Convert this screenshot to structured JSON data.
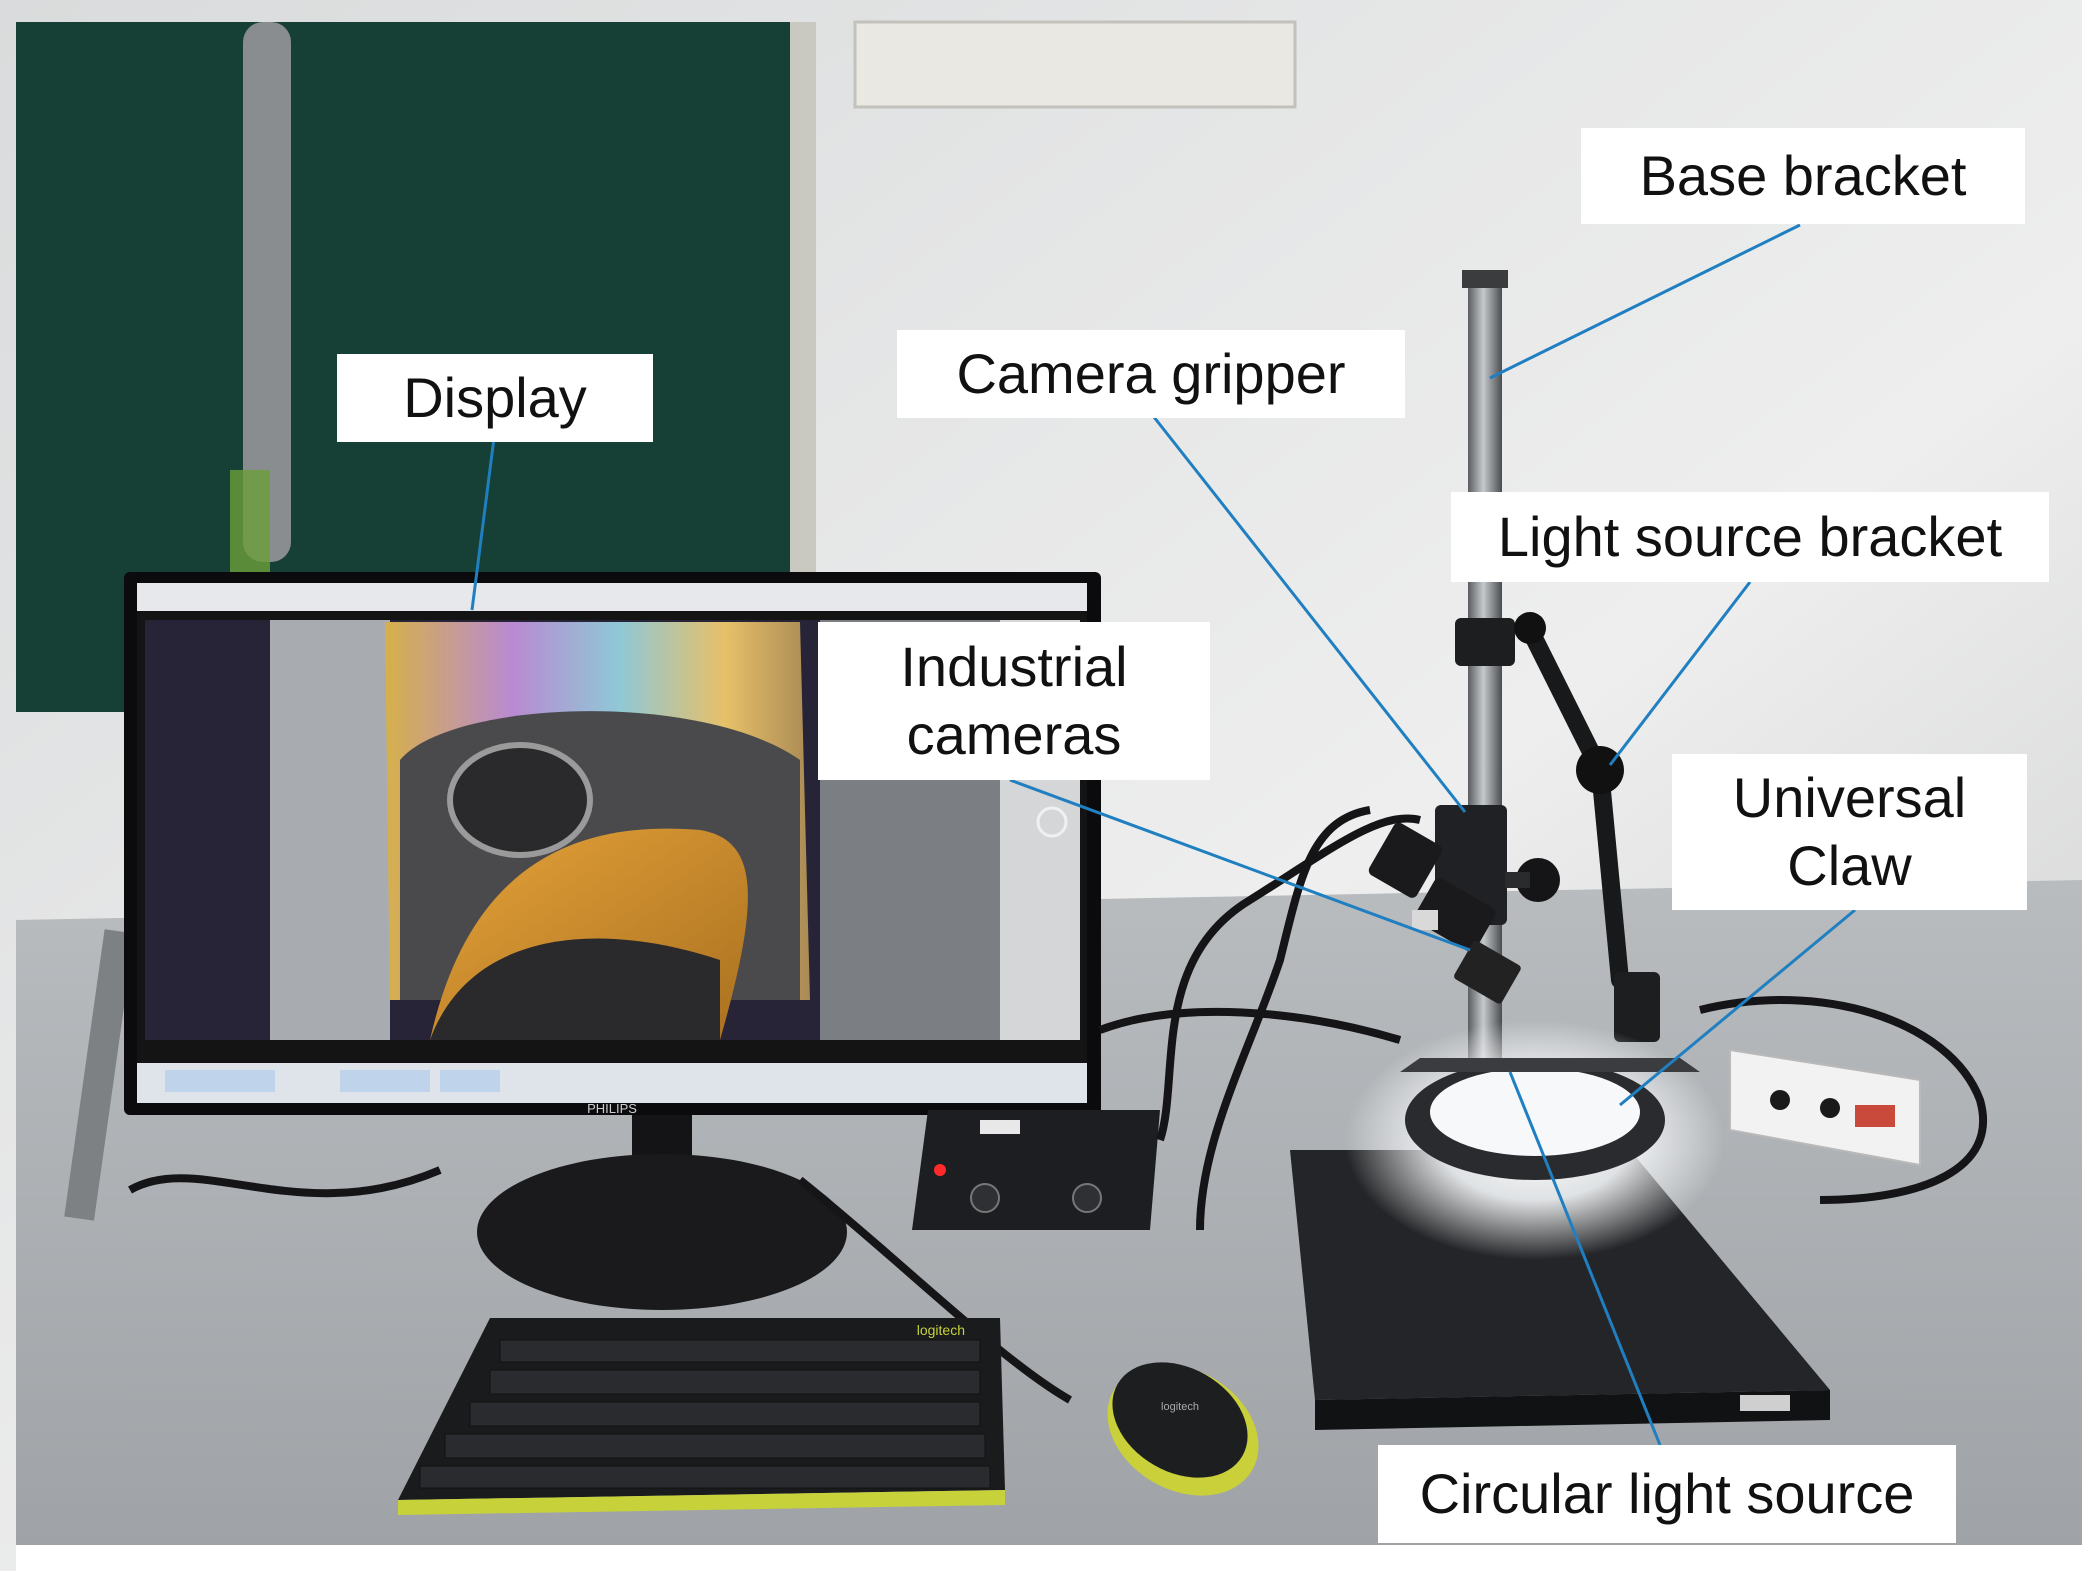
{
  "figure": {
    "labels": {
      "display": "Display",
      "camera_gripper": "Camera gripper",
      "base_bracket": "Base bracket",
      "light_source_bracket": "Light source bracket",
      "industrial_cameras": "Industrial\ncameras",
      "universal_claw": "Universal\nClaw",
      "circular_light_source": "Circular light source"
    },
    "leader_color": "#1f7fc0",
    "monitor_brand": "PHILIPS",
    "keyboard_brand": "logitech",
    "mouse_brand": "logitech"
  }
}
